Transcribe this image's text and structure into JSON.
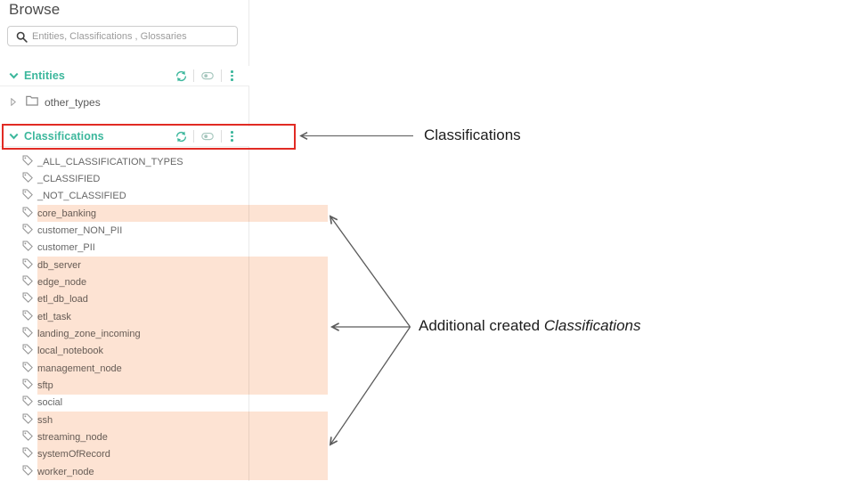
{
  "sidebar": {
    "title": "Browse",
    "search": {
      "placeholder": "Entities, Classifications , Glossaries",
      "icon": "search-icon"
    },
    "sections": [
      {
        "id": "entities",
        "label": "Entities",
        "header_icons": [
          "refresh-icon",
          "toggle-icon",
          "kebab-menu-icon"
        ],
        "items": [
          {
            "label": "other_types",
            "icon": "folder-icon",
            "expandable": true,
            "highlighted": false
          }
        ]
      },
      {
        "id": "classifications",
        "label": "Classifications",
        "header_icons": [
          "refresh-icon",
          "toggle-icon",
          "kebab-menu-icon"
        ],
        "items": [
          {
            "label": "_ALL_CLASSIFICATION_TYPES",
            "icon": "tag-icon",
            "highlighted": false
          },
          {
            "label": "_CLASSIFIED",
            "icon": "tag-icon",
            "highlighted": false
          },
          {
            "label": "_NOT_CLASSIFIED",
            "icon": "tag-icon",
            "highlighted": false
          },
          {
            "label": "core_banking",
            "icon": "tag-icon",
            "highlighted": true
          },
          {
            "label": "customer_NON_PII",
            "icon": "tag-icon",
            "highlighted": false
          },
          {
            "label": "customer_PII",
            "icon": "tag-icon",
            "highlighted": false
          },
          {
            "label": "db_server",
            "icon": "tag-icon",
            "highlighted": true
          },
          {
            "label": "edge_node",
            "icon": "tag-icon",
            "highlighted": true
          },
          {
            "label": "etl_db_load",
            "icon": "tag-icon",
            "highlighted": true
          },
          {
            "label": "etl_task",
            "icon": "tag-icon",
            "highlighted": true
          },
          {
            "label": "landing_zone_incoming",
            "icon": "tag-icon",
            "highlighted": true
          },
          {
            "label": "local_notebook",
            "icon": "tag-icon",
            "highlighted": true
          },
          {
            "label": "management_node",
            "icon": "tag-icon",
            "highlighted": true
          },
          {
            "label": "sftp",
            "icon": "tag-icon",
            "highlighted": true
          },
          {
            "label": "social",
            "icon": "tag-icon",
            "highlighted": false
          },
          {
            "label": "ssh",
            "icon": "tag-icon",
            "highlighted": true
          },
          {
            "label": "streaming_node",
            "icon": "tag-icon",
            "highlighted": true
          },
          {
            "label": "systemOfRecord",
            "icon": "tag-icon",
            "highlighted": true
          },
          {
            "label": "worker_node",
            "icon": "tag-icon",
            "highlighted": true
          }
        ]
      }
    ]
  },
  "annotations": {
    "label_classifications": "Classifications",
    "label_additional_prefix": "Additional created ",
    "label_additional_italic": "Classifications",
    "colors": {
      "accent_teal": "#3cb79c",
      "highlight_peach": "#fde3d3",
      "red_box": "#e12b24",
      "arrow": "#5a5a5a"
    }
  }
}
